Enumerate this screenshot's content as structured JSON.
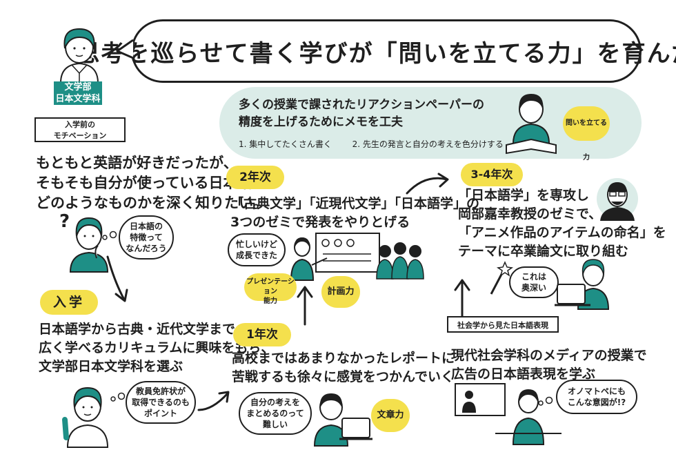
{
  "title": "思考を巡らせて書く学びが「問いを立てる力」を育んだ",
  "student": {
    "dept_line1": "文学部",
    "dept_line2": "日本文学科"
  },
  "motivation": {
    "banner_line1": "入学前の",
    "banner_line2": "モチベーション",
    "text_line1": "もともと英語が好きだったが、",
    "text_line2": "そもそも自分が使っている日本語が",
    "text_line3": "どのようなものかを深く知りたい。",
    "thought_line1": "日本語の",
    "thought_line2": "特徴って",
    "thought_line3": "なんだろう",
    "question_mark": "?"
  },
  "admission": {
    "label": "入学",
    "text_line1": "日本語学から古典・近代文学まで、",
    "text_line2": "広く学べるカリキュラムに興味をもち、",
    "text_line3": "文学部日本文学科を選ぶ",
    "speech_line1": "教員免許状が",
    "speech_line2": "取得できるのも",
    "speech_line3": "ポイント"
  },
  "year1": {
    "label": "1年次",
    "text_line1": "高校まではあまりなかったレポートに",
    "text_line2": "苦戦するも徐々に感覚をつかんでいく",
    "thought_line1": "自分の考えを",
    "thought_line2": "まとめるのって",
    "thought_line3": "難しい",
    "skill": "文章力"
  },
  "year2": {
    "label": "2年次",
    "text_line1": "「古典文学」「近現代文学」「日本語学」の",
    "text_line2": "3つのゼミで発表をやりとげる",
    "thought_line1": "忙しいけど",
    "thought_line2": "成長できた",
    "skill_a_line1": "プレゼンテーション",
    "skill_a_line2": "能力",
    "skill_b": "計画力"
  },
  "memo": {
    "text_line1": "多くの授業で課されたリアクションペーパーの",
    "text_line2": "精度を上げるためにメモを工夫",
    "point1": "1. 集中してたくさん書く",
    "point2": "2. 先生の発言と自分の考えを色分けする",
    "skill": "問いを立てる力"
  },
  "year34": {
    "label": "3-4年次",
    "text_line1": "「日本語学」を専攻し",
    "text_line2": "岡部嘉幸教授のゼミで、",
    "text_line3": "「アニメ作品のアイテムの命名」を",
    "text_line4": "テーマに卒業論文に取り組む",
    "thought_line1": "これは",
    "thought_line2": "奥深い"
  },
  "social": {
    "box_label": "社会学から見た日本語表現",
    "text_line1": "現代社会学科のメディアの授業で",
    "text_line2": "広告の日本語表現を学ぶ",
    "speech_line1": "オノマトペにも",
    "speech_line2": "こんな意図が!?"
  },
  "colors": {
    "teal": "#1e8f86",
    "yellow": "#f4e04d",
    "panel": "#dbece8",
    "ink": "#1f1f1f"
  }
}
